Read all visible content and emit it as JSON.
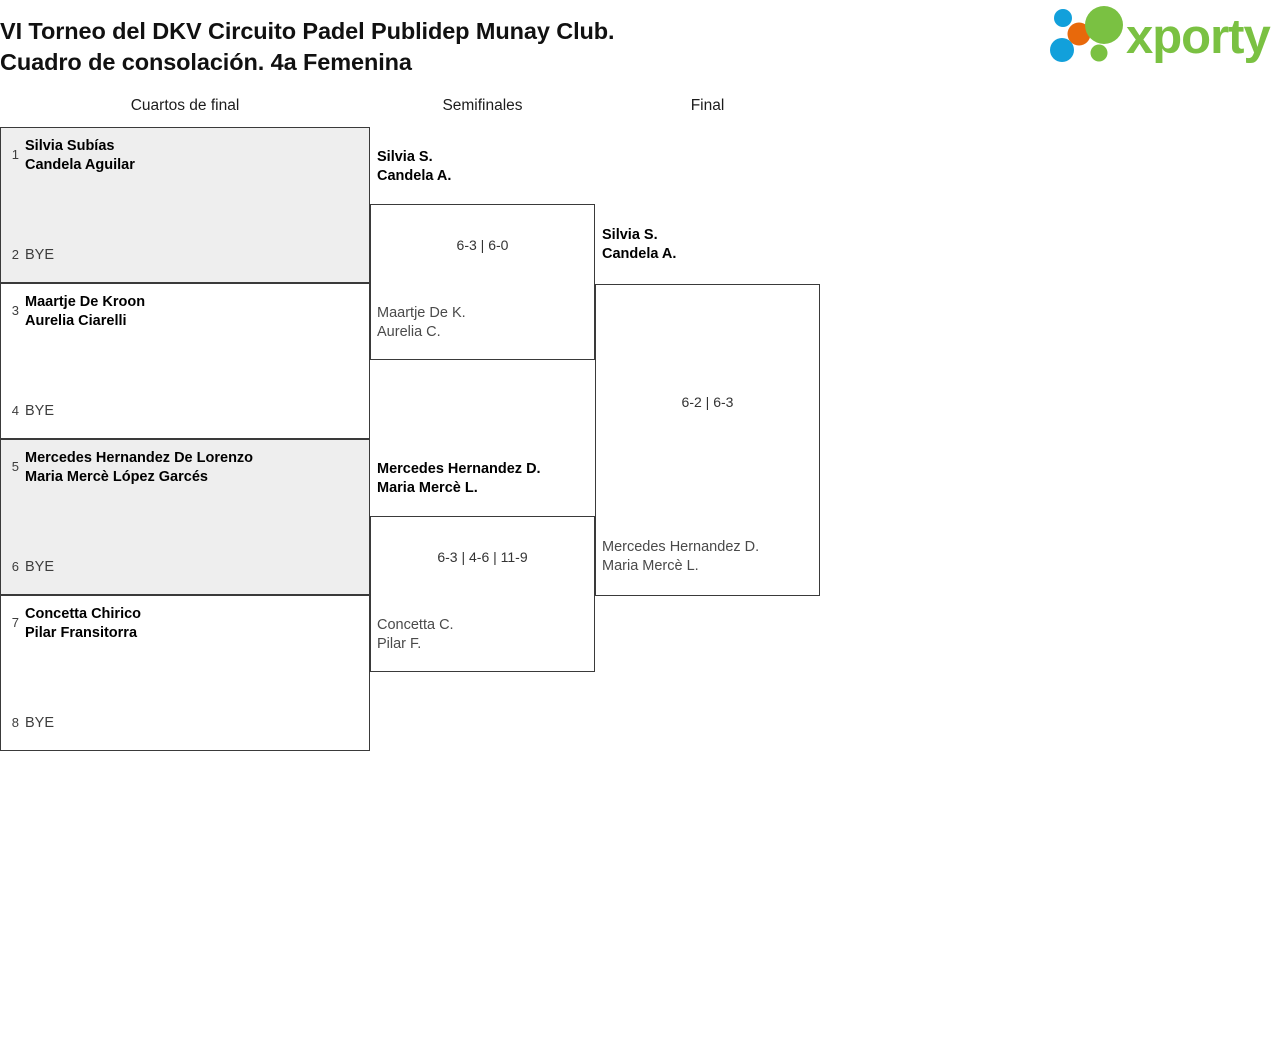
{
  "title": {
    "line1": "VI Torneo del DKV Circuito Padel Publidep Munay Club.",
    "line2": "Cuadro de consolación. 4a Femenina"
  },
  "logo": {
    "wordmark": "xporty",
    "colors": {
      "green": "#7ac142",
      "blue": "#12a0db",
      "orange": "#e8690b"
    }
  },
  "rounds": [
    {
      "label": "Cuartos de final"
    },
    {
      "label": "Semifinales"
    },
    {
      "label": "Final"
    }
  ],
  "quarterfinals": [
    {
      "shaded": true,
      "top": {
        "seed": "1",
        "player1": "Silvia Subías",
        "player2": "Candela Aguilar",
        "result": "winner"
      },
      "bottom": {
        "seed": "2",
        "label": "BYE"
      }
    },
    {
      "shaded": false,
      "top": {
        "seed": "3",
        "player1": "Maartje De Kroon",
        "player2": "Aurelia Ciarelli",
        "result": "winner"
      },
      "bottom": {
        "seed": "4",
        "label": "BYE"
      }
    },
    {
      "shaded": true,
      "top": {
        "seed": "5",
        "player1": "Mercedes Hernandez De Lorenzo",
        "player2": "Maria Mercè López Garcés",
        "result": "winner"
      },
      "bottom": {
        "seed": "6",
        "label": "BYE"
      }
    },
    {
      "shaded": false,
      "top": {
        "seed": "7",
        "player1": "Concetta Chirico",
        "player2": "Pilar Fransitorra",
        "result": "winner"
      },
      "bottom": {
        "seed": "8",
        "label": "BYE"
      }
    }
  ],
  "semifinals": [
    {
      "score": "6-3 | 6-0",
      "top": {
        "player1": "Silvia S.",
        "player2": "Candela A.",
        "result": "winner"
      },
      "bottom": {
        "player1": "Maartje De K.",
        "player2": "Aurelia C.",
        "result": "loser"
      }
    },
    {
      "score": "6-3 | 4-6 | 11-9",
      "top": {
        "player1": "Mercedes Hernandez D.",
        "player2": "Maria Mercè L.",
        "result": "winner"
      },
      "bottom": {
        "player1": "Concetta C.",
        "player2": "Pilar F.",
        "result": "loser"
      }
    }
  ],
  "final": {
    "score": "6-2 | 6-3",
    "top": {
      "player1": "Silvia S.",
      "player2": "Candela A.",
      "result": "winner"
    },
    "bottom": {
      "player1": "Mercedes Hernandez D.",
      "player2": "Maria Mercè L.",
      "result": "loser"
    }
  }
}
